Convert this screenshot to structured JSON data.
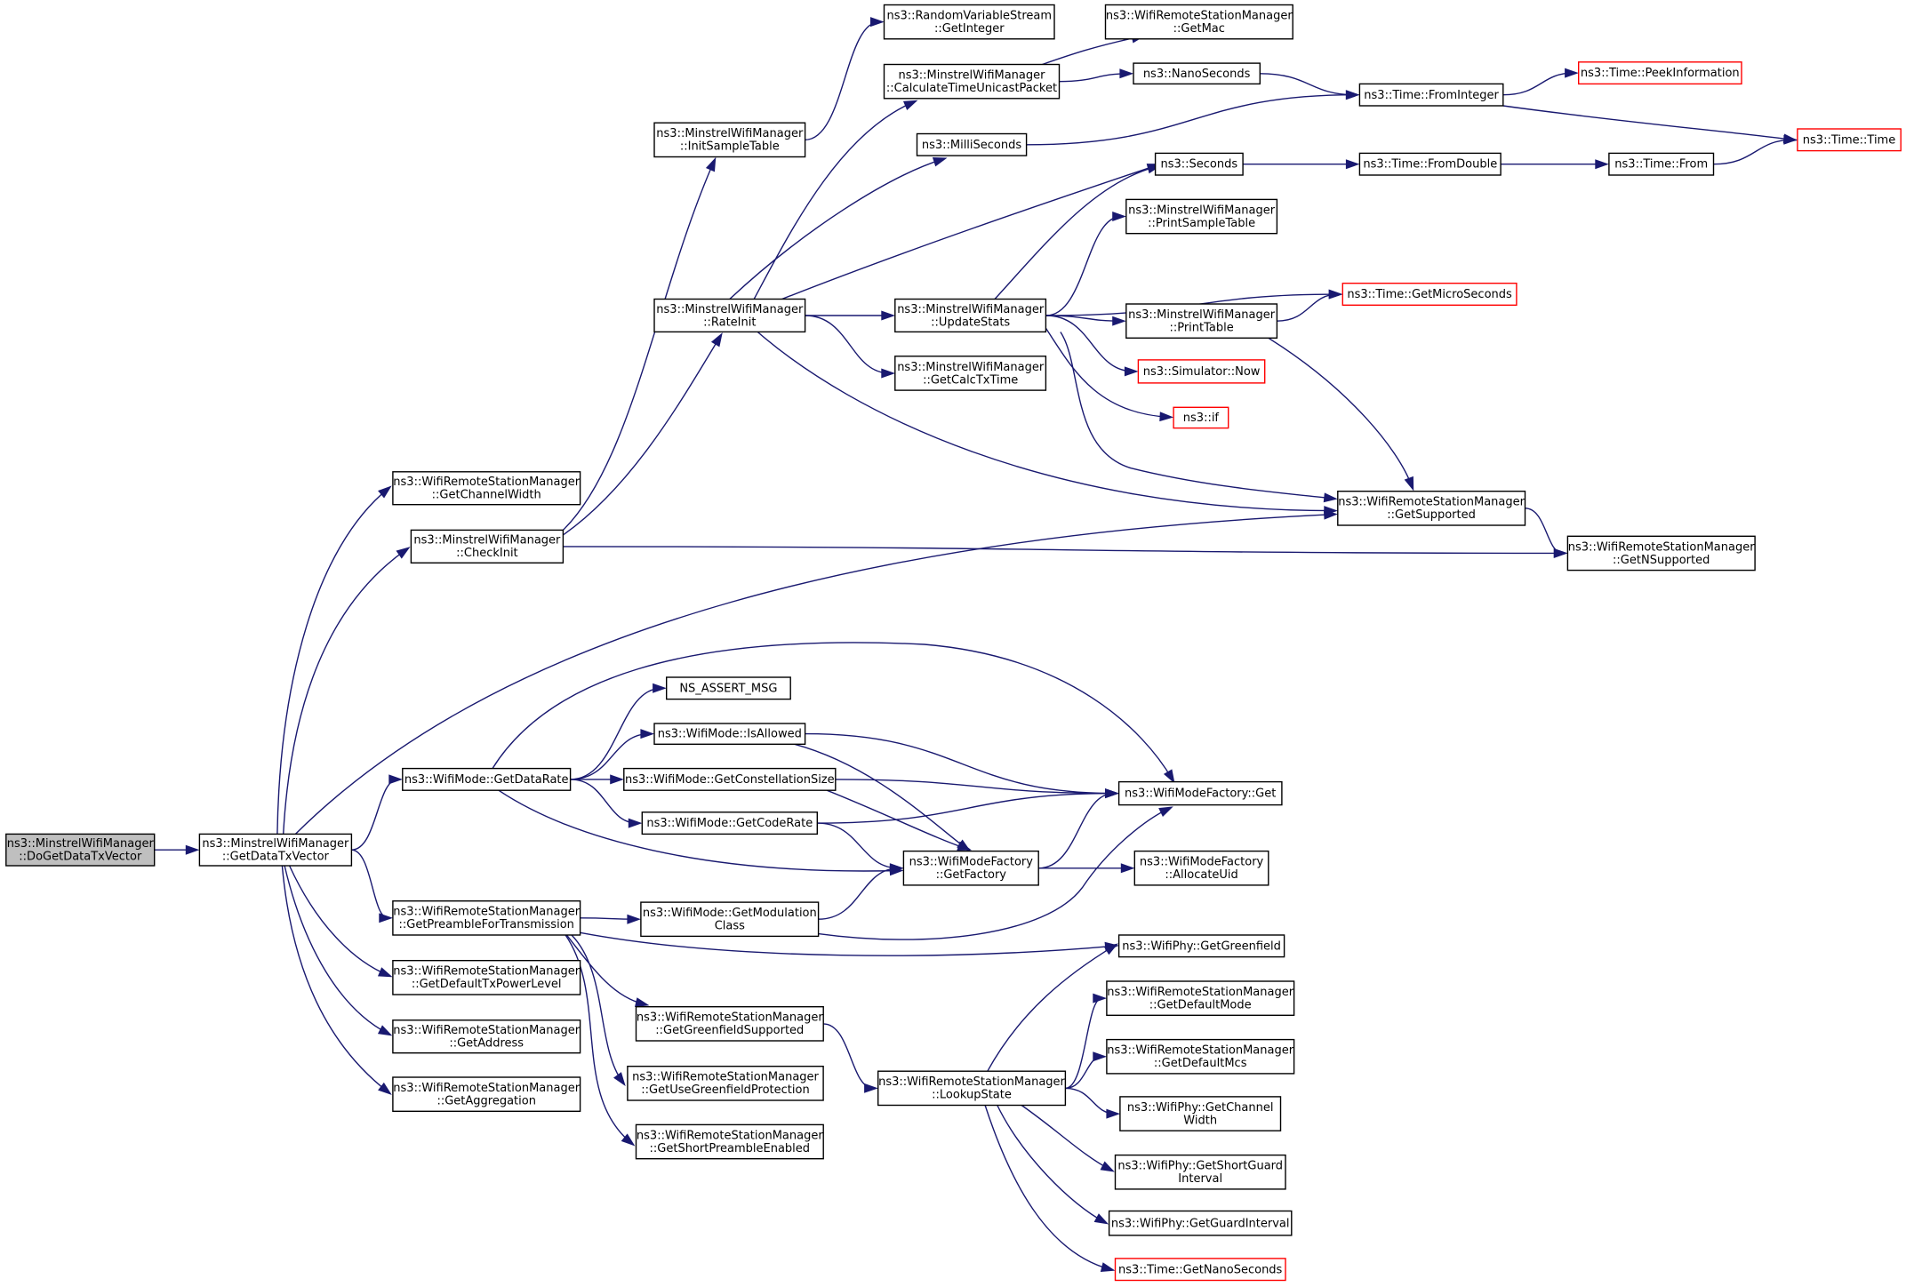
{
  "colors": {
    "edge": "#191970",
    "node_border": "#000000",
    "node_fill": "#ffffff",
    "root_fill": "#bfbfbf",
    "truncated_border": "#ff0000"
  },
  "nodes": [
    {
      "id": "n_dogetdatatxvector",
      "lines": [
        "ns3::MinstrelWifiManager",
        "::DoGetDataTxVector"
      ],
      "style": "root"
    },
    {
      "id": "n_getdatatxvector",
      "lines": [
        "ns3::MinstrelWifiManager",
        "::GetDataTxVector"
      ],
      "style": "normal"
    },
    {
      "id": "n_getchannelwidth",
      "lines": [
        "ns3::WifiRemoteStationManager",
        "::GetChannelWidth"
      ],
      "style": "normal"
    },
    {
      "id": "n_checkinit",
      "lines": [
        "ns3::MinstrelWifiManager",
        "::CheckInit"
      ],
      "style": "normal"
    },
    {
      "id": "n_getdatarate",
      "lines": [
        "ns3::WifiMode::GetDataRate"
      ],
      "style": "normal"
    },
    {
      "id": "n_getpreambleforuse",
      "lines": [
        "ns3::WifiRemoteStationManager",
        "::GetPreambleForTransmission"
      ],
      "style": "normal"
    },
    {
      "id": "n_getdefaulttxpowerlevel",
      "lines": [
        "ns3::WifiRemoteStationManager",
        "::GetDefaultTxPowerLevel"
      ],
      "style": "normal"
    },
    {
      "id": "n_getaddress",
      "lines": [
        "ns3::WifiRemoteStationManager",
        "::GetAddress"
      ],
      "style": "normal"
    },
    {
      "id": "n_getaggregation",
      "lines": [
        "ns3::WifiRemoteStationManager",
        "::GetAggregation"
      ],
      "style": "normal"
    },
    {
      "id": "n_initsampletable",
      "lines": [
        "ns3::MinstrelWifiManager",
        "::InitSampleTable"
      ],
      "style": "normal"
    },
    {
      "id": "n_rateinit",
      "lines": [
        "ns3::MinstrelWifiManager",
        "::RateInit"
      ],
      "style": "normal"
    },
    {
      "id": "n_ns_assert_msg",
      "lines": [
        "NS_ASSERT_MSG"
      ],
      "style": "normal"
    },
    {
      "id": "n_isallowed",
      "lines": [
        "ns3::WifiMode::IsAllowed"
      ],
      "style": "normal"
    },
    {
      "id": "n_getconstellationsize",
      "lines": [
        "ns3::WifiMode::GetConstellationSize"
      ],
      "style": "normal"
    },
    {
      "id": "n_getcoderate",
      "lines": [
        "ns3::WifiMode::GetCodeRate"
      ],
      "style": "normal"
    },
    {
      "id": "n_getmodulationclass",
      "lines": [
        "ns3::WifiMode::GetModulation",
        "Class"
      ],
      "style": "normal"
    },
    {
      "id": "n_getgreenfieldsupported",
      "lines": [
        "ns3::WifiRemoteStationManager",
        "::GetGreenfieldSupported"
      ],
      "style": "normal"
    },
    {
      "id": "n_getusegreenfieldprotection",
      "lines": [
        "ns3::WifiRemoteStationManager",
        "::GetUseGreenfieldProtection"
      ],
      "style": "normal"
    },
    {
      "id": "n_getshortpreambleenabled",
      "lines": [
        "ns3::WifiRemoteStationManager",
        "::GetShortPreambleEnabled"
      ],
      "style": "normal"
    },
    {
      "id": "n_getinteger",
      "lines": [
        "ns3::RandomVariableStream",
        "::GetInteger"
      ],
      "style": "normal"
    },
    {
      "id": "n_calculatetimeunicastpacket",
      "lines": [
        "ns3::MinstrelWifiManager",
        "::CalculateTimeUnicastPacket"
      ],
      "style": "normal"
    },
    {
      "id": "n_milliseconds",
      "lines": [
        "ns3::MilliSeconds"
      ],
      "style": "normal"
    },
    {
      "id": "n_updatestats",
      "lines": [
        "ns3::MinstrelWifiManager",
        "::UpdateStats"
      ],
      "style": "normal"
    },
    {
      "id": "n_getcalctxtime",
      "lines": [
        "ns3::MinstrelWifiManager",
        "::GetCalcTxTime"
      ],
      "style": "normal"
    },
    {
      "id": "n_wifimodefactory_getfactory",
      "lines": [
        "ns3::WifiModeFactory",
        "::GetFactory"
      ],
      "style": "normal"
    },
    {
      "id": "n_lookupstate",
      "lines": [
        "ns3::WifiRemoteStationManager",
        "::LookupState"
      ],
      "style": "normal"
    },
    {
      "id": "n_getmac",
      "lines": [
        "ns3::WifiRemoteStationManager",
        "::GetMac"
      ],
      "style": "normal"
    },
    {
      "id": "n_nanoseconds",
      "lines": [
        "ns3::NanoSeconds"
      ],
      "style": "normal"
    },
    {
      "id": "n_seconds",
      "lines": [
        "ns3::Seconds"
      ],
      "style": "normal"
    },
    {
      "id": "n_printsampletable",
      "lines": [
        "ns3::MinstrelWifiManager",
        "::PrintSampleTable"
      ],
      "style": "normal"
    },
    {
      "id": "n_printtable",
      "lines": [
        "ns3::MinstrelWifiManager",
        "::PrintTable"
      ],
      "style": "normal"
    },
    {
      "id": "n_simulator_now",
      "lines": [
        "ns3::Simulator::Now"
      ],
      "style": "truncated"
    },
    {
      "id": "n_if",
      "lines": [
        "ns3::if"
      ],
      "style": "truncated"
    },
    {
      "id": "n_getsupported",
      "lines": [
        "ns3::WifiRemoteStationManager",
        "::GetSupported"
      ],
      "style": "normal"
    },
    {
      "id": "n_wifimodefactory_get",
      "lines": [
        "ns3::WifiModeFactory::Get"
      ],
      "style": "normal"
    },
    {
      "id": "n_allocateuid",
      "lines": [
        "ns3::WifiModeFactory",
        "::AllocateUid"
      ],
      "style": "normal"
    },
    {
      "id": "n_getgreenfield",
      "lines": [
        "ns3::WifiPhy::GetGreenfield"
      ],
      "style": "normal"
    },
    {
      "id": "n_getdefaultmode",
      "lines": [
        "ns3::WifiRemoteStationManager",
        "::GetDefaultMode"
      ],
      "style": "normal"
    },
    {
      "id": "n_getdefaultmcs",
      "lines": [
        "ns3::WifiRemoteStationManager",
        "::GetDefaultMcs"
      ],
      "style": "normal"
    },
    {
      "id": "n_phy_getchannelwidth",
      "lines": [
        "ns3::WifiPhy::GetChannel",
        "Width"
      ],
      "style": "normal"
    },
    {
      "id": "n_getshortguardinterval",
      "lines": [
        "ns3::WifiPhy::GetShortGuard",
        "Interval"
      ],
      "style": "normal"
    },
    {
      "id": "n_getguardinterval",
      "lines": [
        "ns3::WifiPhy::GetGuardInterval"
      ],
      "style": "normal"
    },
    {
      "id": "n_getnanoseconds",
      "lines": [
        "ns3::Time::GetNanoSeconds"
      ],
      "style": "truncated"
    },
    {
      "id": "n_time_frominteger",
      "lines": [
        "ns3::Time::FromInteger"
      ],
      "style": "normal"
    },
    {
      "id": "n_time_fromdouble",
      "lines": [
        "ns3::Time::FromDouble"
      ],
      "style": "normal"
    },
    {
      "id": "n_getmicroseconds",
      "lines": [
        "ns3::Time::GetMicroSeconds"
      ],
      "style": "truncated"
    },
    {
      "id": "n_getnsupported",
      "lines": [
        "ns3::WifiRemoteStationManager",
        "::GetNSupported"
      ],
      "style": "normal"
    },
    {
      "id": "n_peekinformation",
      "lines": [
        "ns3::Time::PeekInformation"
      ],
      "style": "truncated"
    },
    {
      "id": "n_time_from",
      "lines": [
        "ns3::Time::From"
      ],
      "style": "normal"
    },
    {
      "id": "n_time_time",
      "lines": [
        "ns3::Time::Time"
      ],
      "style": "truncated"
    }
  ],
  "edges": [
    [
      "n_dogetdatatxvector",
      "n_getdatatxvector"
    ],
    [
      "n_getdatatxvector",
      "n_getchannelwidth"
    ],
    [
      "n_getdatatxvector",
      "n_checkinit"
    ],
    [
      "n_getdatatxvector",
      "n_getsupported"
    ],
    [
      "n_getdatatxvector",
      "n_getdatarate"
    ],
    [
      "n_getdatatxvector",
      "n_getpreambleforuse"
    ],
    [
      "n_getdatatxvector",
      "n_getdefaulttxpowerlevel"
    ],
    [
      "n_getdatatxvector",
      "n_getaddress"
    ],
    [
      "n_getdatatxvector",
      "n_getaggregation"
    ],
    [
      "n_checkinit",
      "n_initsampletable"
    ],
    [
      "n_checkinit",
      "n_rateinit"
    ],
    [
      "n_checkinit",
      "n_getnsupported"
    ],
    [
      "n_initsampletable",
      "n_getinteger"
    ],
    [
      "n_rateinit",
      "n_calculatetimeunicastpacket"
    ],
    [
      "n_rateinit",
      "n_milliseconds"
    ],
    [
      "n_rateinit",
      "n_seconds"
    ],
    [
      "n_rateinit",
      "n_updatestats"
    ],
    [
      "n_rateinit",
      "n_getcalctxtime"
    ],
    [
      "n_rateinit",
      "n_getsupported"
    ],
    [
      "n_calculatetimeunicastpacket",
      "n_getmac"
    ],
    [
      "n_calculatetimeunicastpacket",
      "n_nanoseconds"
    ],
    [
      "n_nanoseconds",
      "n_time_frominteger"
    ],
    [
      "n_milliseconds",
      "n_time_frominteger"
    ],
    [
      "n_time_frominteger",
      "n_peekinformation"
    ],
    [
      "n_time_frominteger",
      "n_time_time"
    ],
    [
      "n_seconds",
      "n_time_fromdouble"
    ],
    [
      "n_time_fromdouble",
      "n_time_from"
    ],
    [
      "n_time_from",
      "n_time_time"
    ],
    [
      "n_updatestats",
      "n_seconds"
    ],
    [
      "n_updatestats",
      "n_printsampletable"
    ],
    [
      "n_updatestats",
      "n_getmicroseconds"
    ],
    [
      "n_updatestats",
      "n_printtable"
    ],
    [
      "n_updatestats",
      "n_simulator_now"
    ],
    [
      "n_updatestats",
      "n_if"
    ],
    [
      "n_updatestats",
      "n_getsupported"
    ],
    [
      "n_printtable",
      "n_getmicroseconds"
    ],
    [
      "n_printtable",
      "n_getsupported"
    ],
    [
      "n_getsupported",
      "n_getnsupported"
    ],
    [
      "n_getdatarate",
      "n_ns_assert_msg"
    ],
    [
      "n_getdatarate",
      "n_isallowed"
    ],
    [
      "n_getdatarate",
      "n_getconstellationsize"
    ],
    [
      "n_getdatarate",
      "n_getcoderate"
    ],
    [
      "n_getdatarate",
      "n_wifimodefactory_get"
    ],
    [
      "n_getdatarate",
      "n_wifimodefactory_getfactory"
    ],
    [
      "n_isallowed",
      "n_wifimodefactory_get"
    ],
    [
      "n_isallowed",
      "n_wifimodefactory_getfactory"
    ],
    [
      "n_getconstellationsize",
      "n_wifimodefactory_get"
    ],
    [
      "n_getconstellationsize",
      "n_wifimodefactory_getfactory"
    ],
    [
      "n_getcoderate",
      "n_wifimodefactory_get"
    ],
    [
      "n_getcoderate",
      "n_wifimodefactory_getfactory"
    ],
    [
      "n_wifimodefactory_getfactory",
      "n_wifimodefactory_get"
    ],
    [
      "n_wifimodefactory_getfactory",
      "n_allocateuid"
    ],
    [
      "n_getpreambleforuse",
      "n_getmodulationclass"
    ],
    [
      "n_getpreambleforuse",
      "n_getgreenfield"
    ],
    [
      "n_getpreambleforuse",
      "n_getgreenfieldsupported"
    ],
    [
      "n_getpreambleforuse",
      "n_getusegreenfieldprotection"
    ],
    [
      "n_getpreambleforuse",
      "n_getshortpreambleenabled"
    ],
    [
      "n_getmodulationclass",
      "n_wifimodefactory_getfactory"
    ],
    [
      "n_getmodulationclass",
      "n_wifimodefactory_get"
    ],
    [
      "n_getgreenfieldsupported",
      "n_lookupstate"
    ],
    [
      "n_lookupstate",
      "n_getgreenfield"
    ],
    [
      "n_lookupstate",
      "n_getdefaultmode"
    ],
    [
      "n_lookupstate",
      "n_getdefaultmcs"
    ],
    [
      "n_lookupstate",
      "n_phy_getchannelwidth"
    ],
    [
      "n_lookupstate",
      "n_getshortguardinterval"
    ],
    [
      "n_lookupstate",
      "n_getguardinterval"
    ],
    [
      "n_lookupstate",
      "n_getnanoseconds"
    ]
  ]
}
